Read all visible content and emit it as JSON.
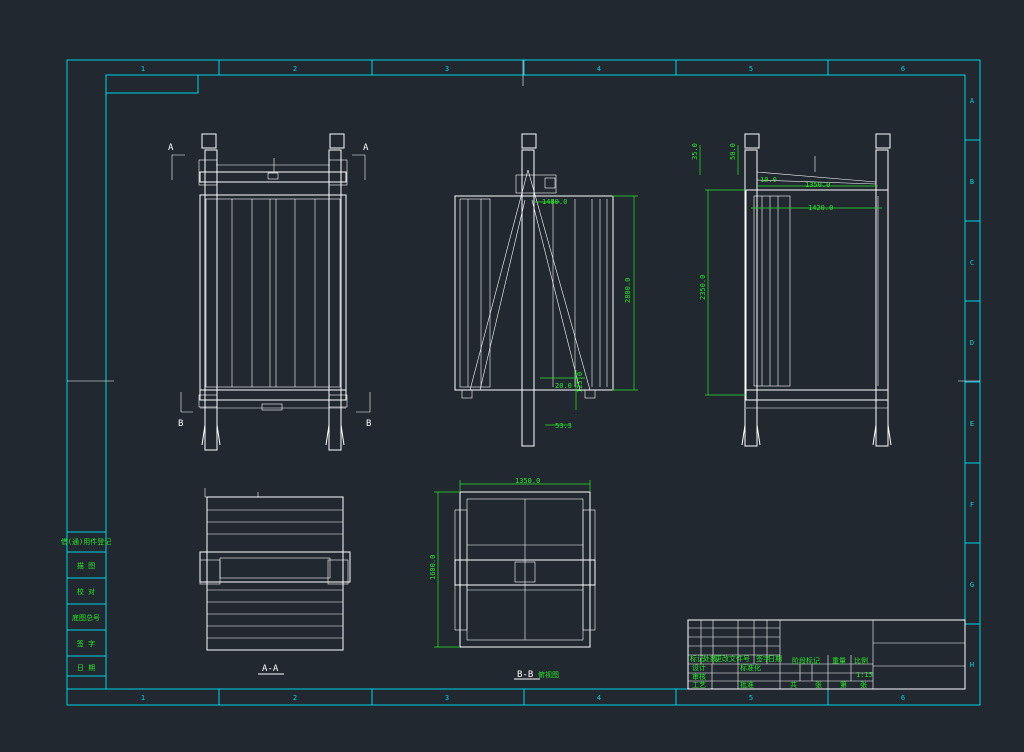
{
  "drawing": {
    "columns": [
      "1",
      "2",
      "3",
      "4",
      "5",
      "6"
    ],
    "rows": [
      "A",
      "B",
      "C",
      "D",
      "E",
      "F",
      "G",
      "H"
    ],
    "section_marks": {
      "a": "A",
      "b": "B"
    },
    "section_labels": {
      "aa": "A-A",
      "bb": "B-B",
      "bb_note": "俯视图"
    },
    "dimensions": {
      "front_height": "2800.0",
      "front_top": "1480.0",
      "front_small1": "20.0",
      "front_small2": "125.0",
      "front_bottom": "53.3",
      "side_height": "2350.0",
      "side_top1": "35.0",
      "side_top2": "50.0",
      "side_top3": "10.0",
      "side_width1": "1350.0",
      "side_width2": "1420.0",
      "plan_width": "1350.0",
      "plan_depth": "1600.0"
    },
    "left_table": [
      "借(通)用件登记",
      "描 图",
      "校 对",
      "底图总号",
      "签 字",
      "日 期"
    ],
    "title_block": {
      "scale": "1:15",
      "cells": [
        "标记",
        "处数",
        "更改文件号",
        "签字",
        "日期",
        "设计",
        "标准化",
        "审核",
        "工艺",
        "批准",
        "阶段标记",
        "重量",
        "比例",
        "共",
        "张",
        "第",
        "张"
      ]
    }
  }
}
